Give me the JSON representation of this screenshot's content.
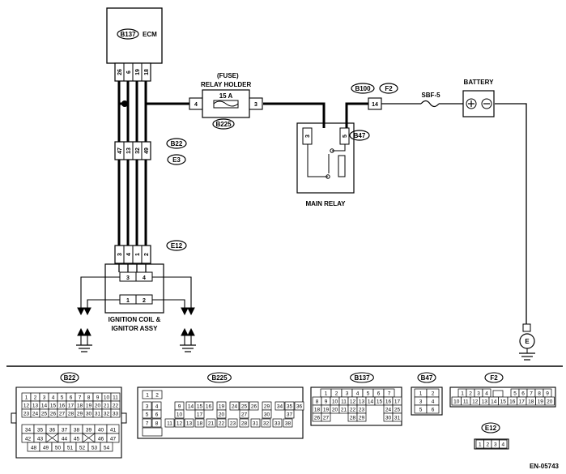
{
  "ecm": {
    "connector": "B137",
    "label": "ECM",
    "pins": [
      "26",
      "6",
      "19",
      "18"
    ]
  },
  "b22_e3": {
    "tag1": "B22",
    "tag2": "E3",
    "pins": [
      "47",
      "13",
      "32",
      "49"
    ]
  },
  "e12": {
    "tag": "E12",
    "pins": [
      "3",
      "4",
      "1",
      "2"
    ]
  },
  "ignition": {
    "pins": [
      "3",
      "4",
      "1",
      "2"
    ],
    "label_line1": "IGNITION COIL &",
    "label_line2": "IGNITOR ASSY"
  },
  "relay_holder": {
    "label_line1": "(FUSE)",
    "label_line2": "RELAY HOLDER",
    "fuse_rating": "15 A",
    "pin_left": "4",
    "pin_right": "3",
    "tag": "B225"
  },
  "main_relay": {
    "tag": "B47",
    "label": "MAIN RELAY",
    "pin_left": "3",
    "pin_right": "5"
  },
  "b100_f2": {
    "tag1": "B100",
    "tag2": "F2",
    "pin": "14"
  },
  "fusible_link": {
    "label": "SBF-5"
  },
  "battery": {
    "label": "BATTERY"
  },
  "ground": {
    "tag": "E"
  },
  "pinouts": {
    "b22": {
      "tag": "B22",
      "rows": [
        [
          "1",
          "2",
          "3",
          "4",
          "5",
          "6",
          "7",
          "8",
          "9",
          "10",
          "11"
        ],
        [
          "12",
          "13",
          "14",
          "15",
          "16",
          "17",
          "18",
          "19",
          "20",
          "21",
          "22"
        ],
        [
          "23",
          "24",
          "25",
          "26",
          "27",
          "28",
          "29",
          "30",
          "31",
          "32",
          "33"
        ],
        [
          "34",
          "35",
          "36",
          "37",
          "38",
          "39",
          "40",
          "41"
        ],
        [
          "42",
          "43",
          "X",
          "44",
          "45",
          "X",
          "46",
          "47"
        ],
        [
          "48",
          "49",
          "50",
          "51",
          "52",
          "53",
          "54"
        ]
      ]
    },
    "b225": {
      "tag": "B225",
      "rows": [
        [
          "1",
          "2"
        ],
        [
          "3",
          "4",
          "9",
          "14",
          "15",
          "16",
          "19",
          "24",
          "25",
          "26",
          "29",
          "34",
          "35",
          "36"
        ],
        [
          "5",
          "6",
          "10",
          "17",
          "20",
          "27",
          "30",
          "37"
        ],
        [
          "7",
          "8",
          "11",
          "12",
          "13",
          "18",
          "21",
          "22",
          "23",
          "28",
          "31",
          "32",
          "33",
          "38"
        ]
      ]
    },
    "b137": {
      "tag": "B137",
      "rows": [
        [
          "1",
          "2",
          "3",
          "4",
          "5",
          "6",
          "7"
        ],
        [
          "8",
          "9",
          "10",
          "11",
          "12",
          "13",
          "14",
          "15",
          "16",
          "17"
        ],
        [
          "18",
          "19",
          "20",
          "21",
          "22",
          "23",
          "24",
          "25"
        ],
        [
          "26",
          "27",
          "28",
          "29",
          "30",
          "31"
        ]
      ]
    },
    "b47": {
      "tag": "B47",
      "rows": [
        [
          "1",
          "2"
        ],
        [
          "3",
          "4"
        ],
        [
          "5",
          "6"
        ]
      ]
    },
    "f2": {
      "tag": "F2",
      "rows": [
        [
          "1",
          "2",
          "3",
          "4",
          "5",
          "6",
          "7",
          "8",
          "9"
        ],
        [
          "10",
          "11",
          "12",
          "13",
          "14",
          "15",
          "16",
          "17",
          "18",
          "19",
          "20"
        ]
      ]
    },
    "e12": {
      "tag": "E12",
      "rows": [
        [
          "1",
          "2",
          "3",
          "4"
        ]
      ]
    }
  },
  "figure_code": "EN-05743"
}
